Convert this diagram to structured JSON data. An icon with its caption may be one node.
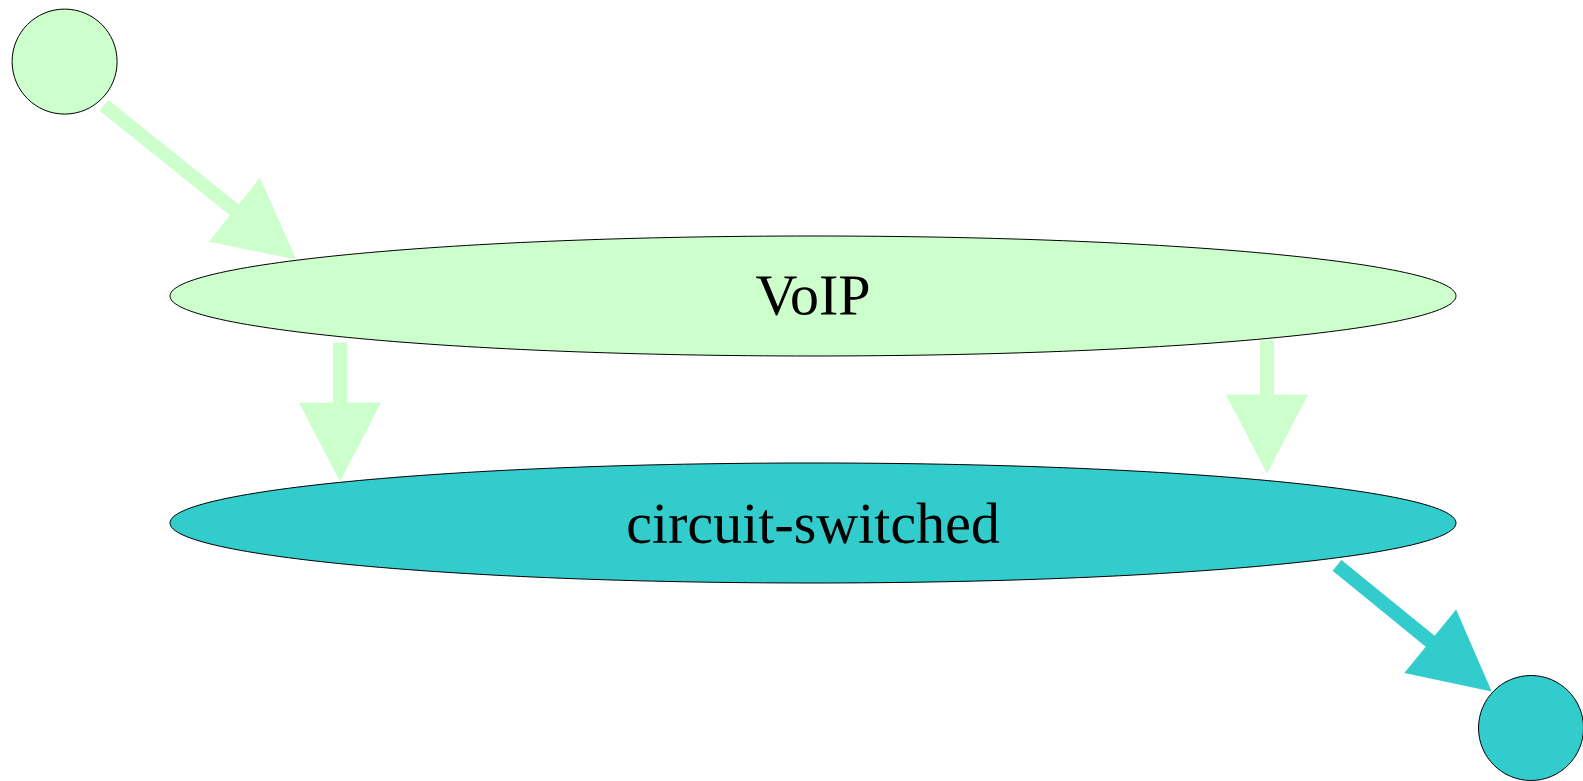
{
  "diagram": {
    "nodes": [
      {
        "text": [],
        "shape": "circle"
      },
      {
        "text": [
          "VoIP"
        ]
      },
      {
        "text": [
          "circuit-switched"
        ]
      },
      {
        "text": [],
        "shape": "circle"
      }
    ],
    "edges": [
      {
        "from": 0,
        "to": 1,
        "arrow": "to"
      },
      {
        "from": 1,
        "to": 2,
        "arrow": "to"
      },
      {
        "from": 1,
        "to": 2,
        "arrow": "to"
      },
      {
        "from": 2,
        "to": 3,
        "arrow": "to",
        "color": "#33cccc"
      }
    ]
  }
}
